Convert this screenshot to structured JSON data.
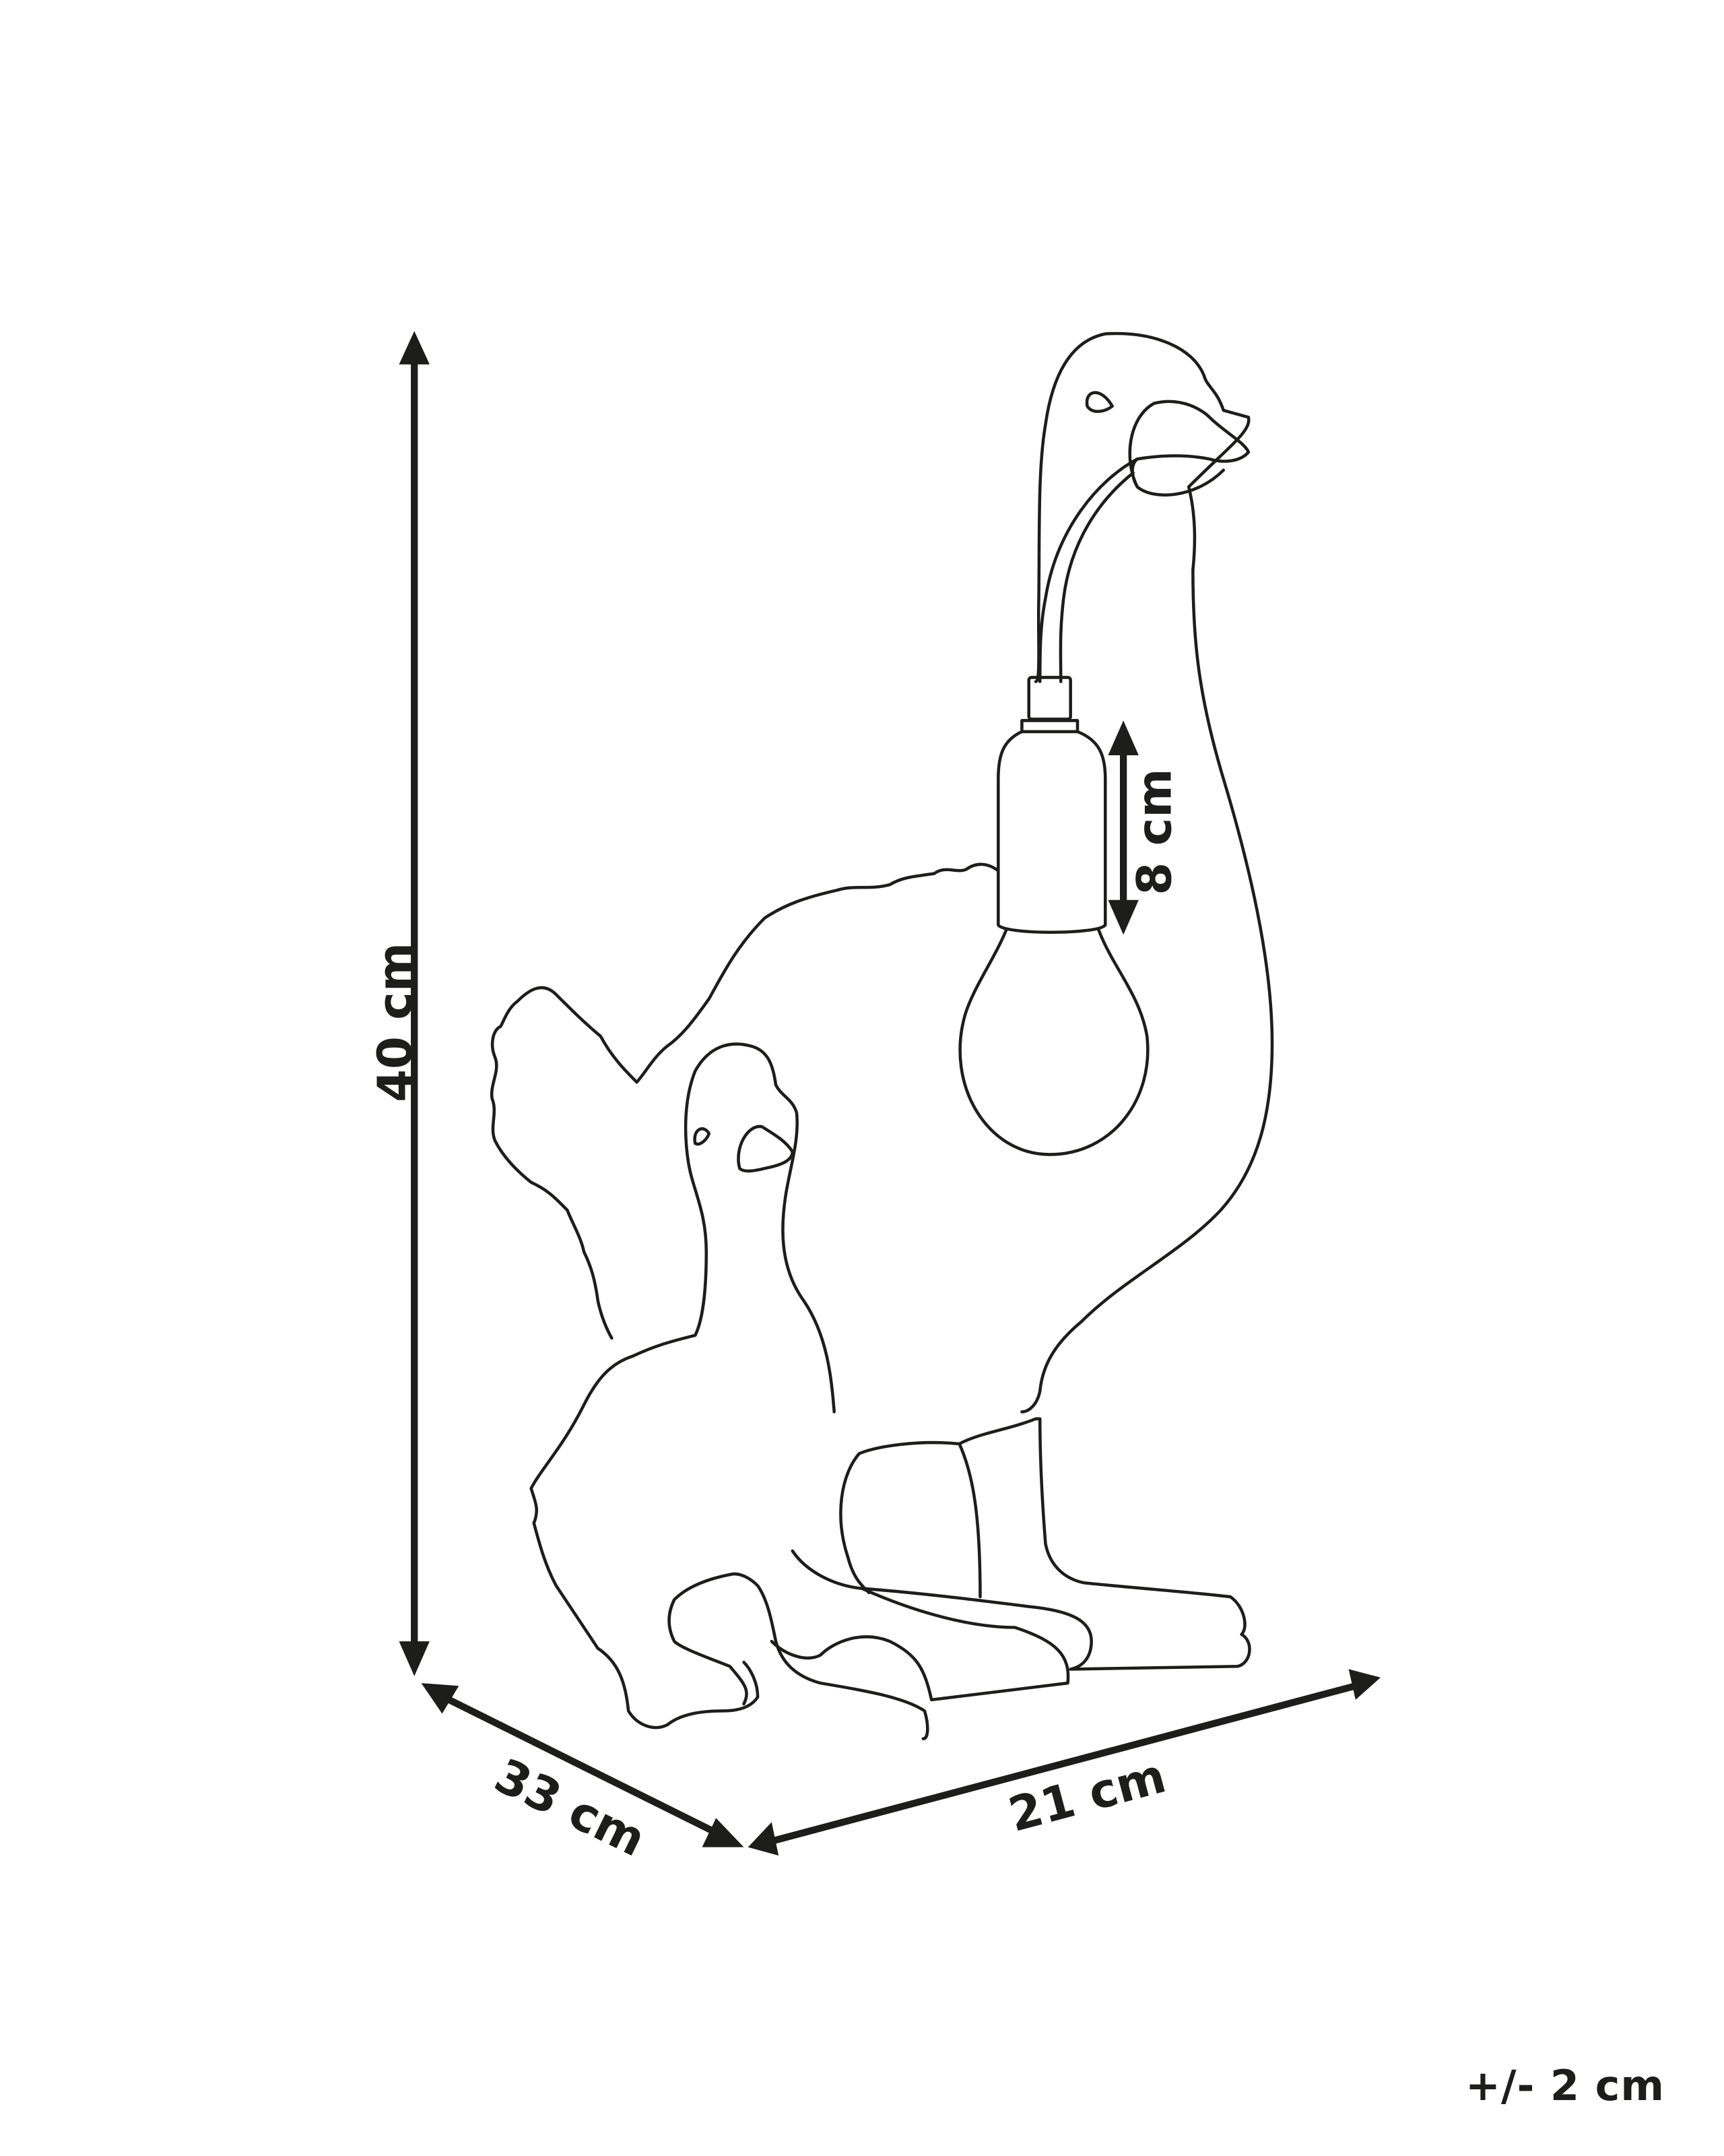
{
  "diagram": {
    "subject": "Duck table lamp with duckling",
    "line_color": "#1d1d1b",
    "background": "#ffffff",
    "dimensions": {
      "height": {
        "label": "40 cm",
        "value": 40,
        "unit": "cm",
        "orientation": "vertical"
      },
      "depth": {
        "label": "33 cm",
        "value": 33,
        "unit": "cm",
        "orientation": "diagonal-left"
      },
      "width": {
        "label": "21 cm",
        "value": 21,
        "unit": "cm",
        "orientation": "diagonal-right"
      },
      "bulb_holder": {
        "label": "8 cm",
        "value": 8,
        "unit": "cm",
        "orientation": "vertical"
      }
    },
    "tolerance": {
      "label": "+/- 2 cm"
    }
  }
}
